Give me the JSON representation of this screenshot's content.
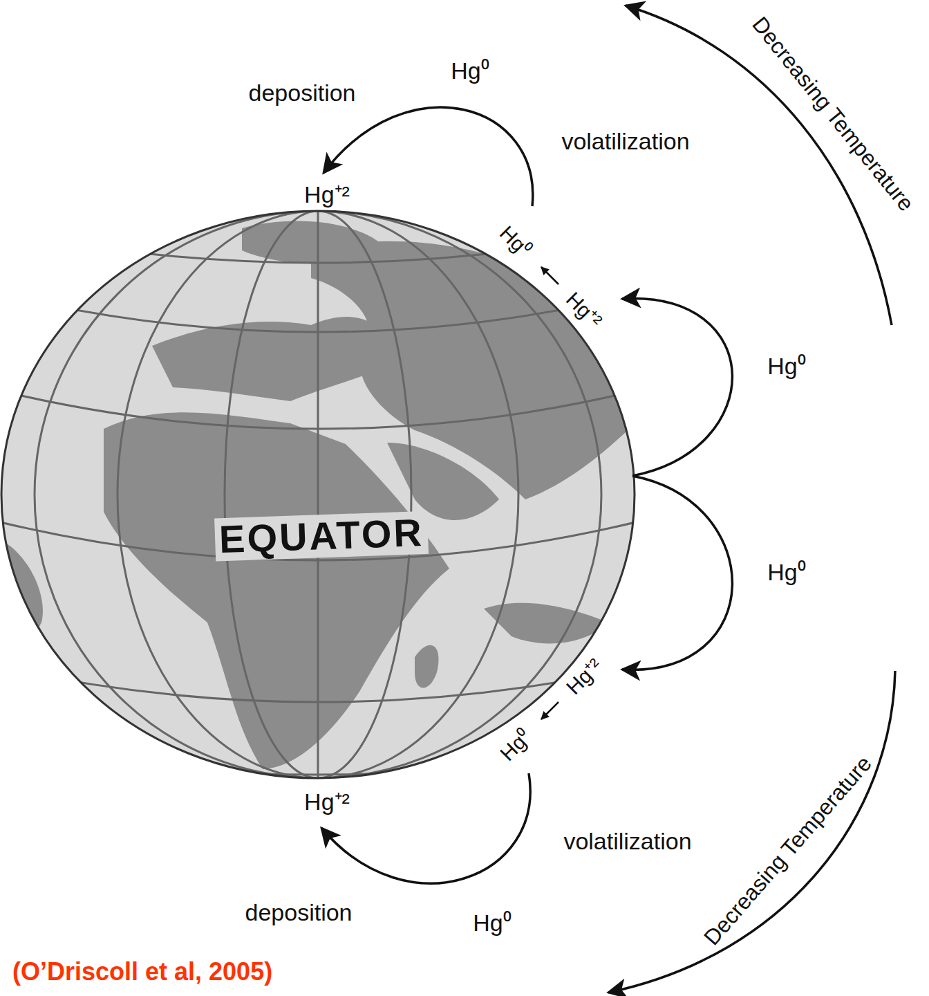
{
  "diagram": {
    "caption": "(O’Driscoll et al, 2005)",
    "labels": [
      "deposition",
      "Hg⁰",
      "volatilization",
      "Hg⁺²",
      "Decreasing Temperature",
      "Hg⁰",
      "Hg⁺²",
      "Hg⁰",
      "EQUATOR",
      "Hg⁰",
      "Hg⁰",
      "Hg⁺²",
      "Hg⁺²",
      "volatilization",
      "deposition",
      "Hg⁰",
      "Decreasing Temperature"
    ]
  }
}
